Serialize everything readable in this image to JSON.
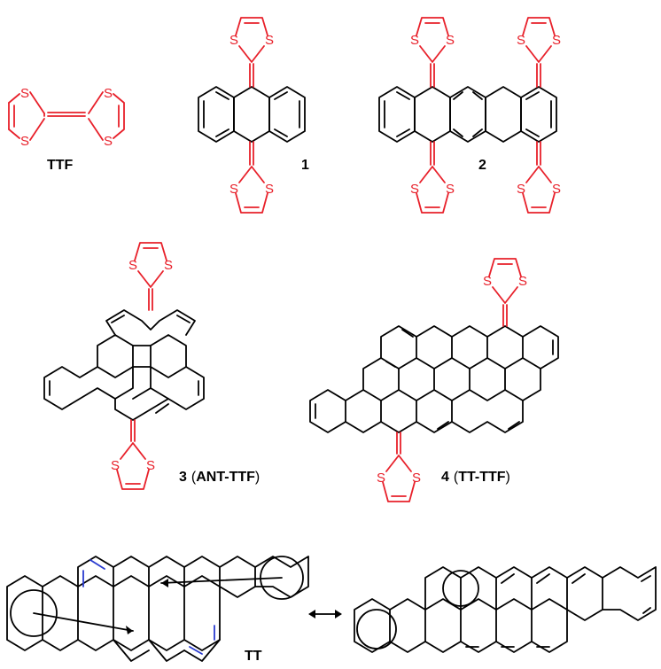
{
  "labels": {
    "ttf": "TTF",
    "c1": "1",
    "c2": "2",
    "c3_num": "3",
    "c3_name": "ANT-TTF",
    "c4_num": "4",
    "c4_name": "TT-TTF",
    "tt": "TT",
    "paren_open": "(",
    "paren_close": ")",
    "sulfur": "S"
  },
  "colors": {
    "bond": "#000000",
    "dithiole": "#e8202a",
    "highlight": "#2a3bd0"
  },
  "icons": {
    "resonance": "double-headed-arrow-icon"
  }
}
